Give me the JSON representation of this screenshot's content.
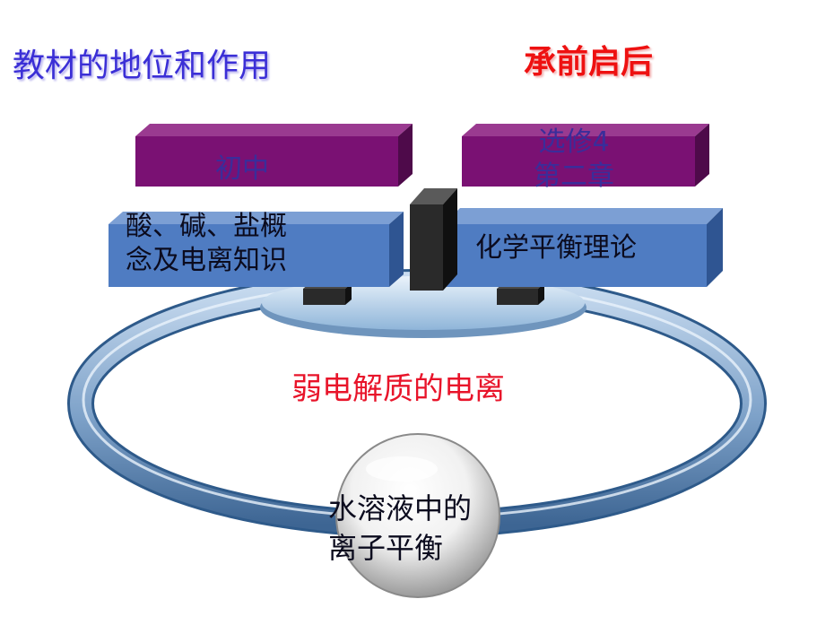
{
  "title": "教材的地位和作用",
  "subtitle": "承前启后",
  "center_label": "弱电解质的电离",
  "left": {
    "top_box": "初中",
    "bottom_box_lines": [
      "酸、碱、盐概",
      "念及电离知识"
    ]
  },
  "right": {
    "top_box_lines": [
      "选修4",
      "第二章"
    ],
    "bottom_box": "化学平衡理论"
  },
  "ball_lines": [
    "水溶液中的",
    "离子平衡"
  ],
  "colors": {
    "title": "#3b2fd6",
    "subtitle": "#ee1111",
    "center_label": "#e8142a",
    "purple_box": "#7a1173",
    "blue_box": "#4f7cc2",
    "pillar": "#2a2a2a"
  }
}
